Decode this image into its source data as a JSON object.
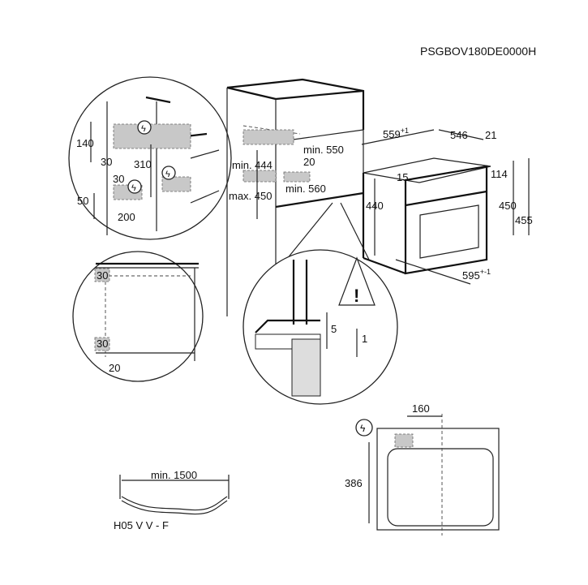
{
  "title": "PSGBOV180DE0000H",
  "detail_top": {
    "d140": "140",
    "d30a": "30",
    "d310": "310",
    "d30b": "30",
    "d50": "50",
    "d200": "200"
  },
  "cabinet": {
    "min444": "min. 444",
    "max450": "max. 450",
    "min550": "min. 550",
    "d20": "20",
    "min560": "min. 560"
  },
  "oven": {
    "d559": "559",
    "d559_tol": "+1",
    "d546": "546",
    "d21": "21",
    "d15": "15",
    "d114": "114",
    "d440": "440",
    "d450": "450",
    "d455": "455",
    "d595": "595",
    "d595_tol": "+-1"
  },
  "detail_side": {
    "d30a": "30",
    "d30b": "30",
    "d20": "20"
  },
  "detail_edge": {
    "d5": "5",
    "d1": "1"
  },
  "cable": {
    "length": "min. 1500",
    "type": "H05 V V - F"
  },
  "rear": {
    "d160": "160",
    "d386": "386"
  }
}
